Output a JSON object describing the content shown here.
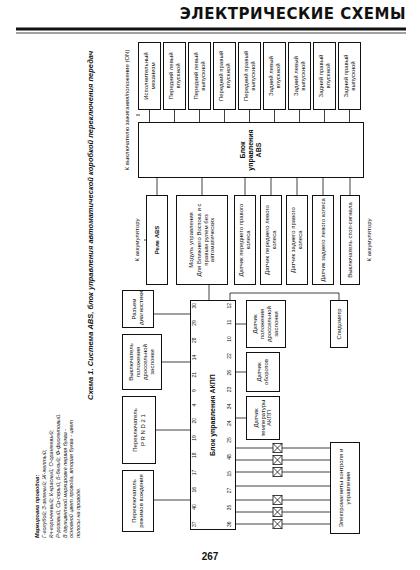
{
  "diagram": {
    "title": "Схема 1. Система ABS, блок управления автоматической коробкой переключения передач",
    "nodes": [
      {
        "text": [
          "Блок управления АКПП"
        ]
      },
      {
        "text": [
          "Переключатель режимов вождения"
        ]
      },
      {
        "text": [
          "Переключатель",
          "P R N D 2 1"
        ]
      },
      {
        "text": [
          "Выключатель положения дроссельной заслонки"
        ]
      },
      {
        "text": [
          "Разъем диагностики"
        ]
      },
      {
        "text": [
          "Датчик температуры АКПП"
        ]
      },
      {
        "text": [
          "Датчик оборотов"
        ]
      },
      {
        "text": [
          "Датчик положения дроссельной заслонки"
        ]
      },
      {
        "text": [
          "Электромагниты контроля и управления"
        ]
      },
      {
        "text": [
          "Спидометр"
        ]
      },
      {
        "text": [
          "Модуль управления",
          "Для Ближнего Востока и с правым рулем без автоматических"
        ]
      },
      {
        "text": [
          "Реле ABS"
        ]
      },
      {
        "text": [
          "Блок управления ABS"
        ]
      },
      {
        "text": [
          "Датчик переднего правого колеса"
        ]
      },
      {
        "text": [
          "Датчик переднего левого колеса"
        ]
      },
      {
        "text": [
          "Датчик заднего правого колеса"
        ]
      },
      {
        "text": [
          "Датчик заднего левого колеса"
        ]
      },
      {
        "text": [
          "Выключатель стоп-сигнала"
        ]
      },
      {
        "text": [
          "Исполнительный механизм"
        ]
      },
      {
        "text": [
          "Передний левый впускной"
        ]
      },
      {
        "text": [
          "Передний левый выпускной"
        ]
      },
      {
        "text": [
          "Передний правый впускной"
        ]
      },
      {
        "text": [
          "Передний правый выпускной"
        ]
      },
      {
        "text": [
          "Задний левый впускной"
        ]
      },
      {
        "text": [
          "Задний левый выпускной"
        ]
      },
      {
        "text": [
          "Задний правый впускной"
        ]
      },
      {
        "text": [
          "Задний правый выпускной"
        ]
      }
    ],
    "edges": [
      {
        "from": 1,
        "to": 0,
        "arrow": "none"
      },
      {
        "from": 2,
        "to": 0,
        "arrow": "none"
      },
      {
        "from": 3,
        "to": 0,
        "arrow": "none"
      },
      {
        "from": 4,
        "to": 0,
        "arrow": "none"
      },
      {
        "from": 5,
        "to": 0,
        "arrow": "none"
      },
      {
        "from": 6,
        "to": 0,
        "arrow": "none"
      },
      {
        "from": 7,
        "to": 0,
        "arrow": "none"
      },
      {
        "from": 0,
        "to": 8,
        "arrow": "none"
      },
      {
        "from": 0,
        "to": 9,
        "arrow": "none"
      },
      {
        "from": 0,
        "to": 10,
        "arrow": "none"
      },
      {
        "from": 10,
        "to": 12,
        "arrow": "none"
      },
      {
        "from": 11,
        "to": 12,
        "arrow": "none"
      },
      {
        "from": 13,
        "to": 12,
        "arrow": "none"
      },
      {
        "from": 14,
        "to": 12,
        "arrow": "none"
      },
      {
        "from": 15,
        "to": 12,
        "arrow": "none"
      },
      {
        "from": 16,
        "to": 12,
        "arrow": "none"
      },
      {
        "from": 17,
        "to": 12,
        "arrow": "none"
      },
      {
        "from": 12,
        "to": 18,
        "arrow": "none"
      },
      {
        "from": 12,
        "to": 19,
        "arrow": "none"
      },
      {
        "from": 12,
        "to": 20,
        "arrow": "none"
      },
      {
        "from": 12,
        "to": 21,
        "arrow": "none"
      },
      {
        "from": 12,
        "to": 22,
        "arrow": "none"
      },
      {
        "from": 12,
        "to": 23,
        "arrow": "none"
      },
      {
        "from": 12,
        "to": 24,
        "arrow": "none"
      },
      {
        "from": 12,
        "to": 25,
        "arrow": "none"
      },
      {
        "from": 12,
        "to": 26,
        "arrow": "none"
      }
    ],
    "labels": [
      "ЭЛЕКТРИЧЕСКИЕ СХЕМЫ",
      "267",
      "Маркировка проводов:",
      "Г-голубой; З-зеленый; Ж-желтый;",
      "Кч-коричневый; К-красный; О-оранжевый;",
      "Р-розовый; Ср-серый; Б-белый; Ф-фиолетовый.",
      "В двухцветной маркировке первая буква - основной цвет провода, вторая буква - цвет полосы на проводе.",
      "К аккумулятору",
      "К выключателю зажигания/положение (ON)",
      "К аккумулятору",
      "37 40 16 17 18 19 20 4 9 21 14 28 29 30",
      "36 35 27 15 48 25 24 34 23 26 22 10 11 12"
    ]
  }
}
